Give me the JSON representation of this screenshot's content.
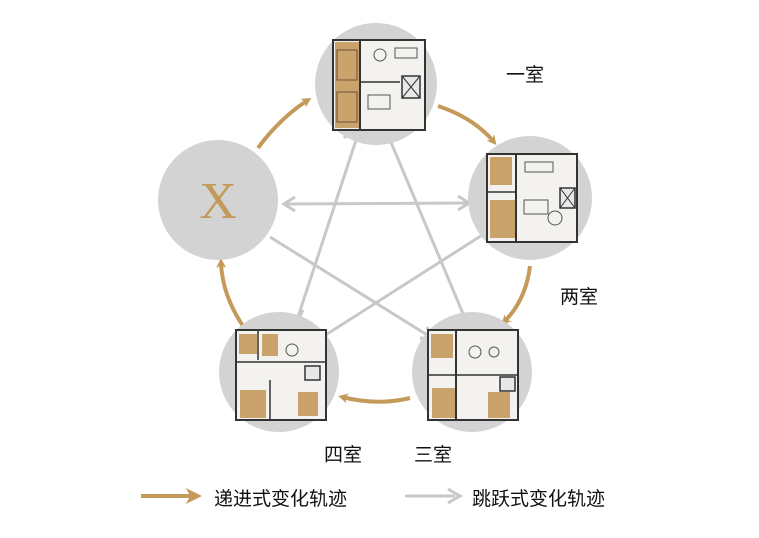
{
  "colors": {
    "progressive": "#C49A5A",
    "leap": "#C8C8C8",
    "node_fill": "#D4D3D3",
    "accent_room": "#C9A36B"
  },
  "center_node": {
    "label": "X"
  },
  "nodes": [
    {
      "id": "one",
      "label": "一室"
    },
    {
      "id": "two",
      "label": "两室"
    },
    {
      "id": "three",
      "label": "三室"
    },
    {
      "id": "four",
      "label": "四室"
    }
  ],
  "legend": {
    "progressive": "递进式变化轨迹",
    "leap": "跳跃式变化轨迹"
  }
}
